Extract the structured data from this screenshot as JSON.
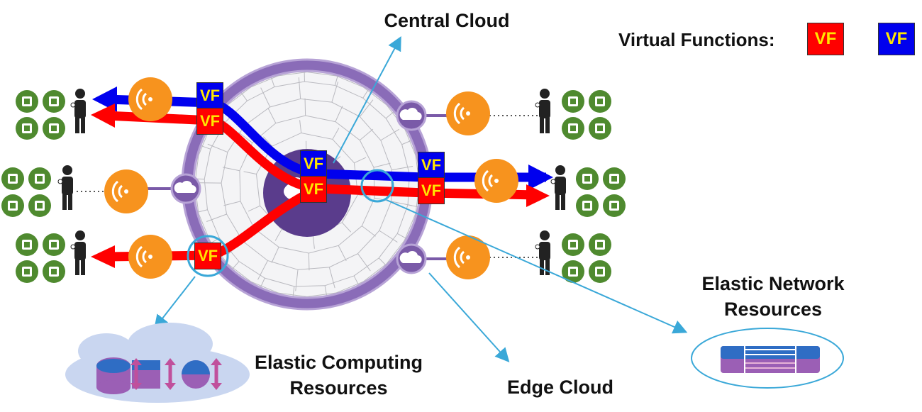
{
  "labels": {
    "central_cloud": "Central Cloud",
    "legend_title": "Virtual Functions:",
    "elastic_network_line1": "Elastic Network",
    "elastic_network_line2": "Resources",
    "elastic_computing_line1": "Elastic Computing",
    "elastic_computing_line2": "Resources",
    "edge_cloud": "Edge Cloud"
  },
  "vf_label": "VF",
  "legend": [
    {
      "label": "VF",
      "color": "#ff0000"
    },
    {
      "label": "VF",
      "color": "#0000ee"
    }
  ],
  "colors": {
    "red_flow": "#ff0000",
    "blue_flow": "#0000ee",
    "vf_text": "#ffe600",
    "ring_purple": "#7a5aa8",
    "core_purple": "#5a3c8c",
    "device_green": "#4f8a2f",
    "antenna_orange": "#f7931e",
    "pointer_line": "#3aa8d8",
    "elastic_cloud": "#c9d6f0",
    "resource_magenta": "#c0509c"
  },
  "icons": {
    "users": "person-icon",
    "antennas": "wireless-antenna-icon",
    "edge_nodes": "cloud-node-icon",
    "devices": "device-icon"
  }
}
